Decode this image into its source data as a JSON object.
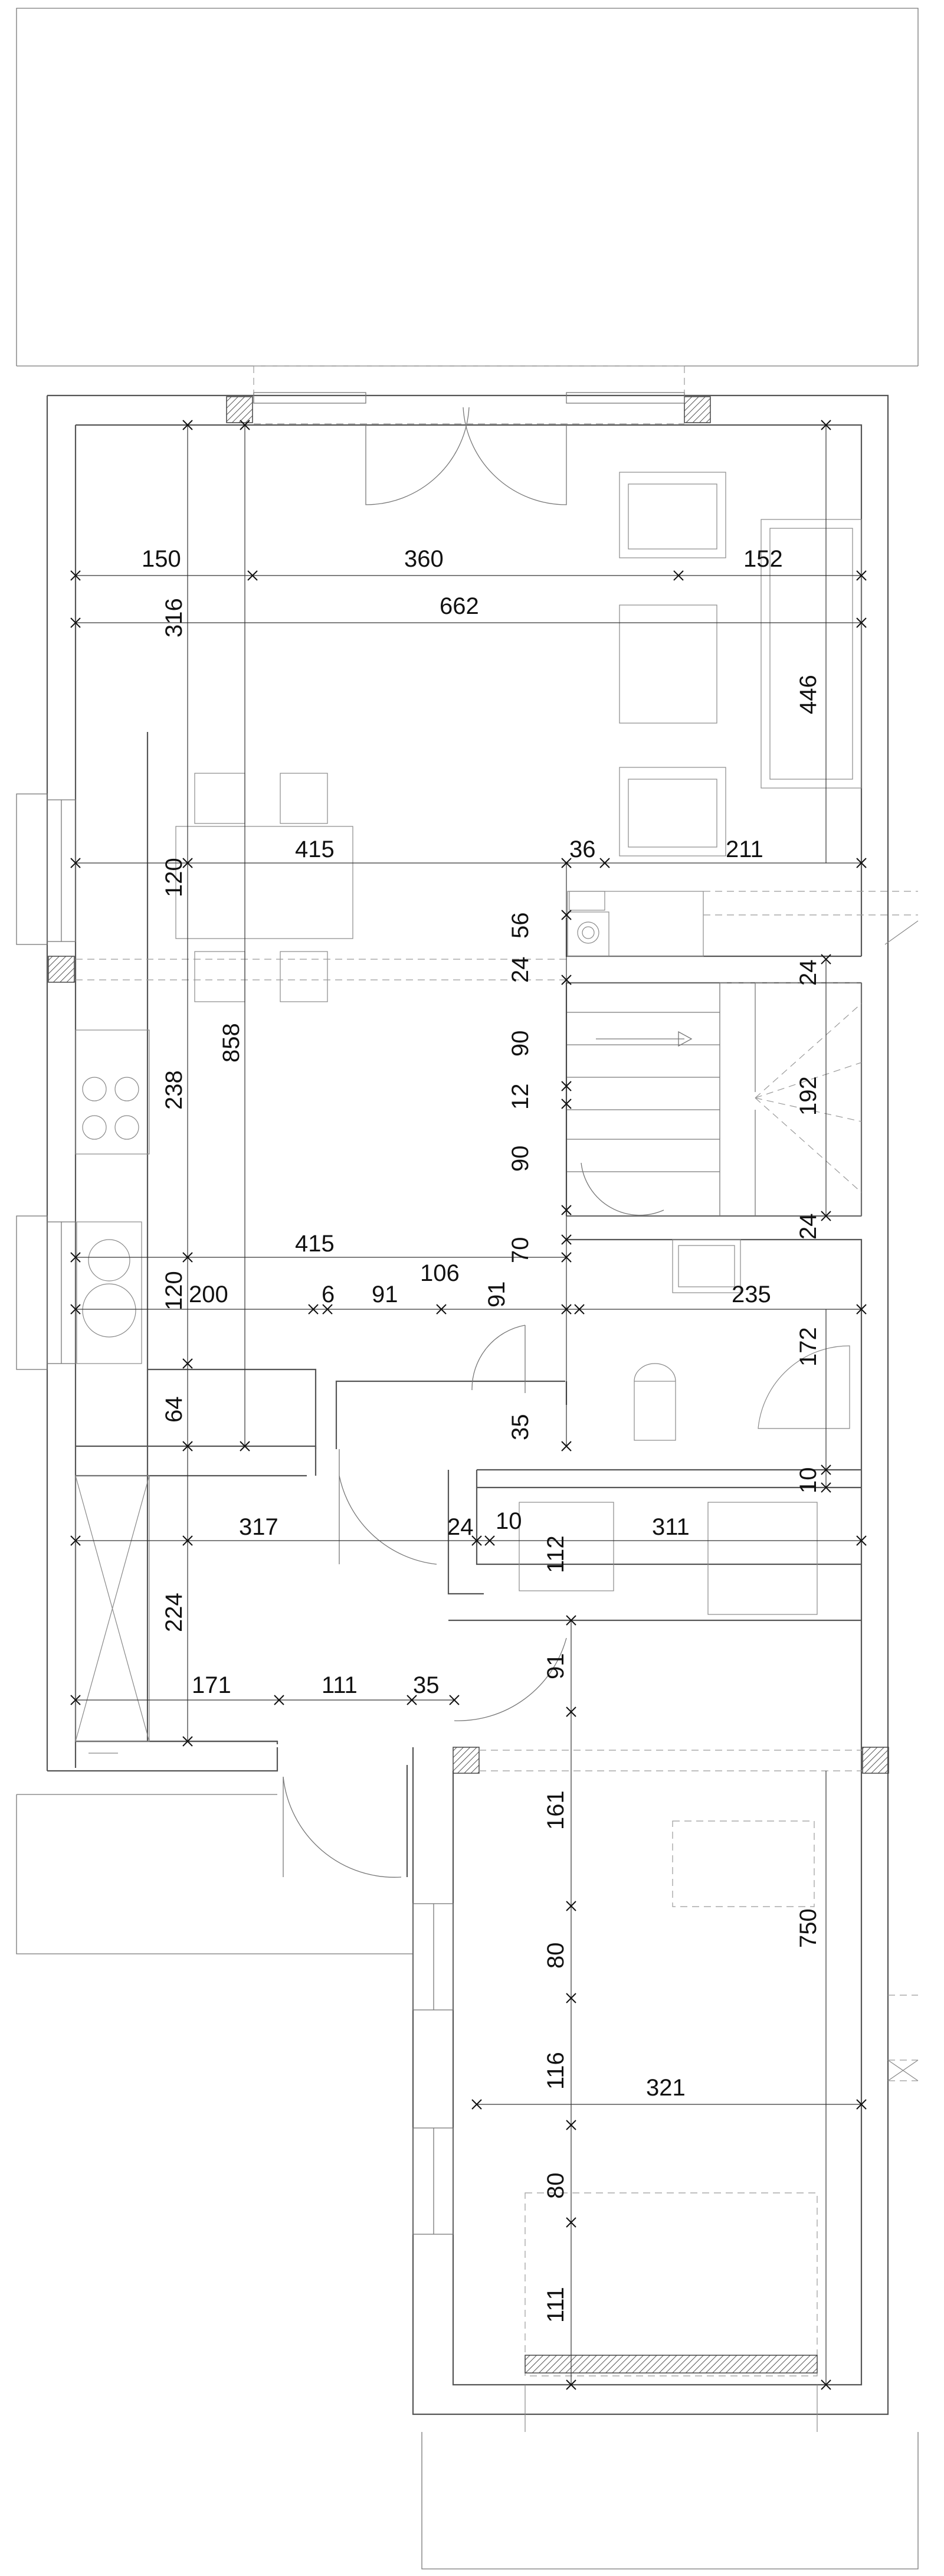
{
  "plan": {
    "dim_labels": {
      "d150": "150",
      "d360": "360",
      "d152": "152",
      "d316": "316",
      "d662": "662",
      "d446": "446",
      "d120a": "120",
      "d415a": "415",
      "d36": "36",
      "d211": "211",
      "d56": "56",
      "d24a": "24",
      "d24b": "24",
      "d90a": "90",
      "d12": "12",
      "d192": "192",
      "d238": "238",
      "d858": "858",
      "d90b": "90",
      "d24c": "24",
      "d70": "70",
      "d415b": "415",
      "d120b": "120",
      "d200": "200",
      "d6": "6",
      "d91a": "91",
      "d106": "106",
      "d91b": "91",
      "d235": "235",
      "d172": "172",
      "d64": "64",
      "d35a": "35",
      "d10a": "10",
      "d317": "317",
      "d24d": "24",
      "d10b": "10",
      "d112": "112",
      "d311": "311",
      "d224": "224",
      "d91c": "91",
      "d171": "171",
      "d111a": "111",
      "d35b": "35",
      "d161": "161",
      "d750": "750",
      "d80a": "80",
      "d116": "116",
      "d321": "321",
      "d80b": "80",
      "d111b": "111"
    }
  }
}
